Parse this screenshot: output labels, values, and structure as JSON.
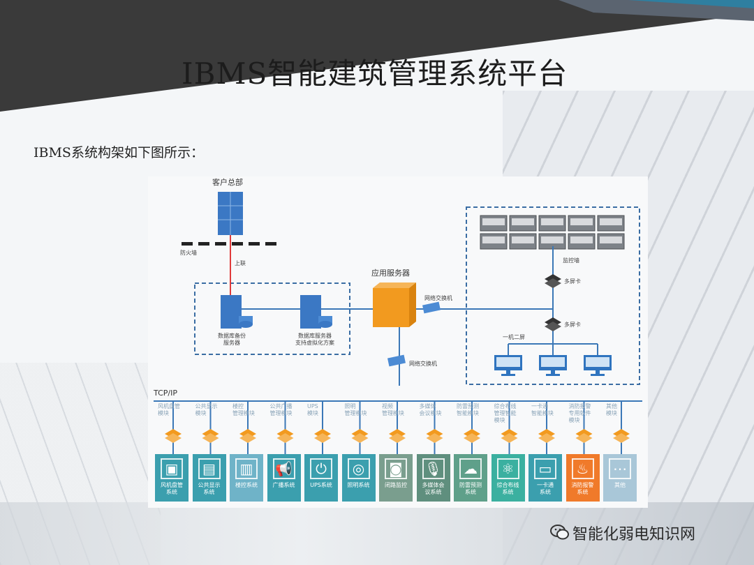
{
  "title": "IBMS智能建筑管理系统平台",
  "intro": "IBMS系统构架如下图所示：",
  "diagram": {
    "client_hq": "客户总部",
    "firewall": "防火墙",
    "uplink": "上联",
    "db_backup": "数据库备份\n服务器",
    "db_server": "数据库服务器\n支持虚拟化方案",
    "app_server": "应用服务器",
    "switch_top": "网络交换机",
    "switch_mid": "网络交换机",
    "monitor_wall": "监控墙",
    "multi_card_1": "多屏卡",
    "multi_card_2": "多屏卡",
    "one_two_screens": "一机二屏",
    "protocol": "TCP/IP",
    "modules": [
      {
        "module": "风机盘管\n模块",
        "system": "风机盘管\n系统",
        "icon": "cube-icon",
        "color": "#3b9fae"
      },
      {
        "module": "公共显示\n模块",
        "system": "公共显示\n系统",
        "icon": "display-icon",
        "color": "#3b9fae"
      },
      {
        "module": "楼控\n管理模块",
        "system": "楼控系统",
        "icon": "building-icon",
        "color": "#6fb3c8"
      },
      {
        "module": "公共广播\n管理模块",
        "system": "广播系统",
        "icon": "megaphone-icon",
        "color": "#3b9fae"
      },
      {
        "module": "UPS\n模块",
        "system": "UPS系统",
        "icon": "power-icon",
        "color": "#3b9fae"
      },
      {
        "module": "照明\n管理模块",
        "system": "照明系统",
        "icon": "lightbulb-icon",
        "color": "#3b9fae"
      },
      {
        "module": "视频\n管理模块",
        "system": "闭路监控",
        "icon": "camera-icon",
        "color": "#7a9e8e"
      },
      {
        "module": "多媒体\n会议模块",
        "system": "多媒体会\n议系统",
        "icon": "microphone-icon",
        "color": "#5f8f7e"
      },
      {
        "module": "防雷预测\n智能模块",
        "system": "防雷预测\n系统",
        "icon": "cloud-lightning-icon",
        "color": "#5fa08a"
      },
      {
        "module": "综合布线\n管理智能\n模块",
        "system": "综合布线\n系统",
        "icon": "atom-icon",
        "color": "#3bb0a0"
      },
      {
        "module": "一卡通\n智能模块",
        "system": "一卡通\n系统",
        "icon": "id-card-icon",
        "color": "#3b9fae"
      },
      {
        "module": "消防报警\n专用软件\n模块",
        "system": "消防报警\n系统",
        "icon": "fire-extinguisher-icon",
        "color": "#f07a2a"
      },
      {
        "module": "其他\n模块",
        "system": "其他",
        "icon": "dots-icon",
        "color": "#a9c7d8"
      }
    ]
  },
  "watermark": "智能化弱电知识网",
  "colors": {
    "dashed_box": "#3a6da3",
    "line": "#3b78b7",
    "uplink": "#e03a3a",
    "app_server": "#f29a1f",
    "module_connector": "#f29a1f"
  }
}
